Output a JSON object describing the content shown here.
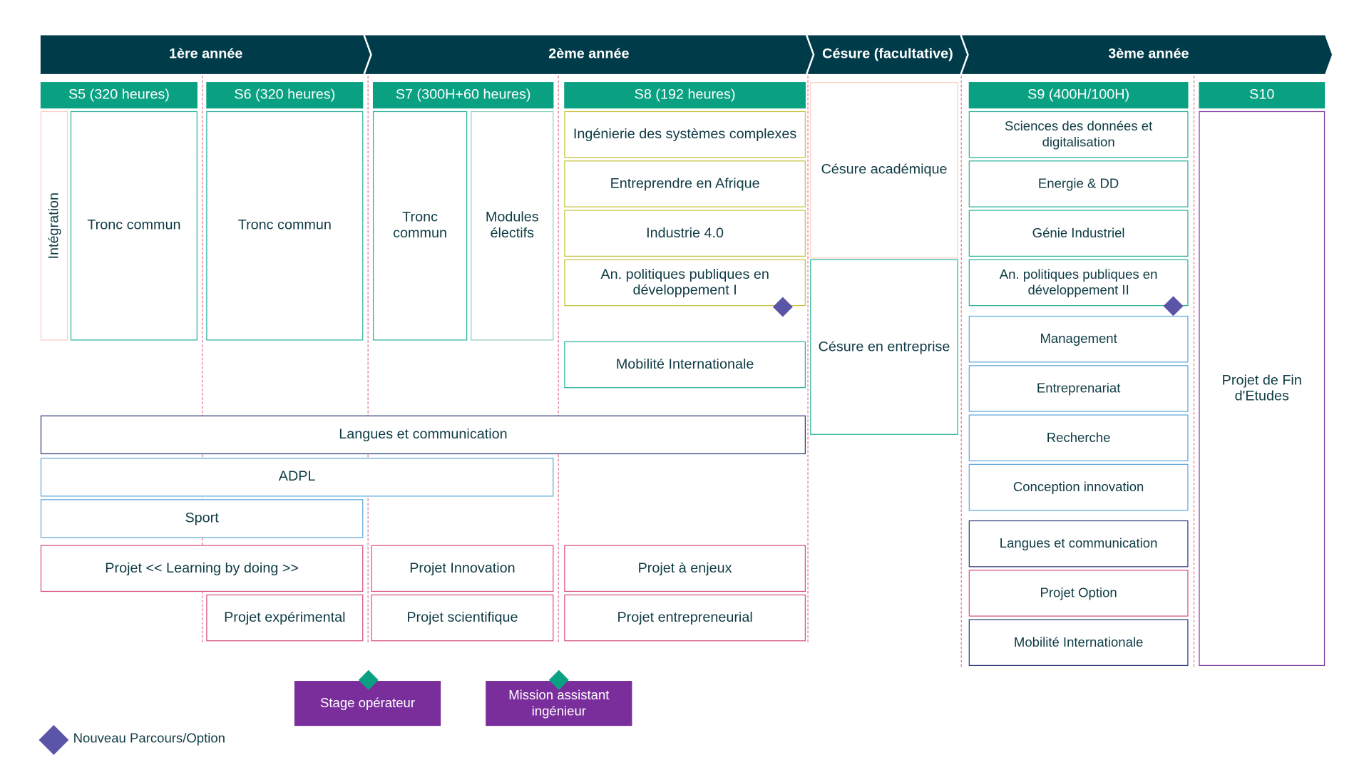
{
  "header": {
    "year1": "1ère année",
    "year2": "2ème année",
    "gap": "Césure (facultative)",
    "year3": "3ème année"
  },
  "semesters": {
    "s5": "S5 (320 heures)",
    "s6": "S6 (320 heures)",
    "s7": "S7 (300H+60 heures)",
    "s8": "S8 (192 heures)",
    "s9": "S9 (400H/100H)",
    "s10": "S10"
  },
  "year1": {
    "integration": "Intégration",
    "tronc_s5": "Tronc commun",
    "tronc_s6": "Tronc commun"
  },
  "s7": {
    "tronc": "Tronc commun",
    "modules": "Modules électifs"
  },
  "s8": {
    "items": [
      "Ingénierie des systèmes complexes",
      "Entreprendre en Afrique",
      "Industrie 4.0",
      "An. politiques publiques en développement I"
    ],
    "mobilite": "Mobilité Internationale"
  },
  "cesure": {
    "academique": "Césure académique",
    "entreprise": "Césure en entreprise"
  },
  "s9": {
    "items": [
      "Sciences des données et digitalisation",
      "Energie & DD",
      "Génie Industriel",
      "An. politiques publiques en développement II",
      "Management",
      "Entreprenariat",
      "Recherche",
      "Conception innovation",
      "Langues et communication",
      "Projet Option",
      "Mobilité Internationale"
    ]
  },
  "s10": {
    "pfe": "Projet de Fin d'Etudes"
  },
  "transversal": {
    "langues": "Langues et communication",
    "adpl": "ADPL",
    "sport": "Sport"
  },
  "projets": {
    "learning": "Projet << Learning by doing >>",
    "experimental": "Projet expérimental",
    "innovation": "Projet Innovation",
    "scientifique": "Projet scientifique",
    "enjeux": "Projet à enjeux",
    "entrepreneurial": "Projet entrepreneurial"
  },
  "stages": {
    "operateur": "Stage opérateur",
    "assistant": "Mission assistant ingénieur"
  },
  "legend": {
    "nouveau": "Nouveau Parcours/Option"
  },
  "colors": {
    "header": "#003b4a",
    "semester": "#0aa182",
    "stage": "#7a2e9b",
    "diamond_new": "#5b55a8",
    "diamond_stage": "#0aa182"
  }
}
